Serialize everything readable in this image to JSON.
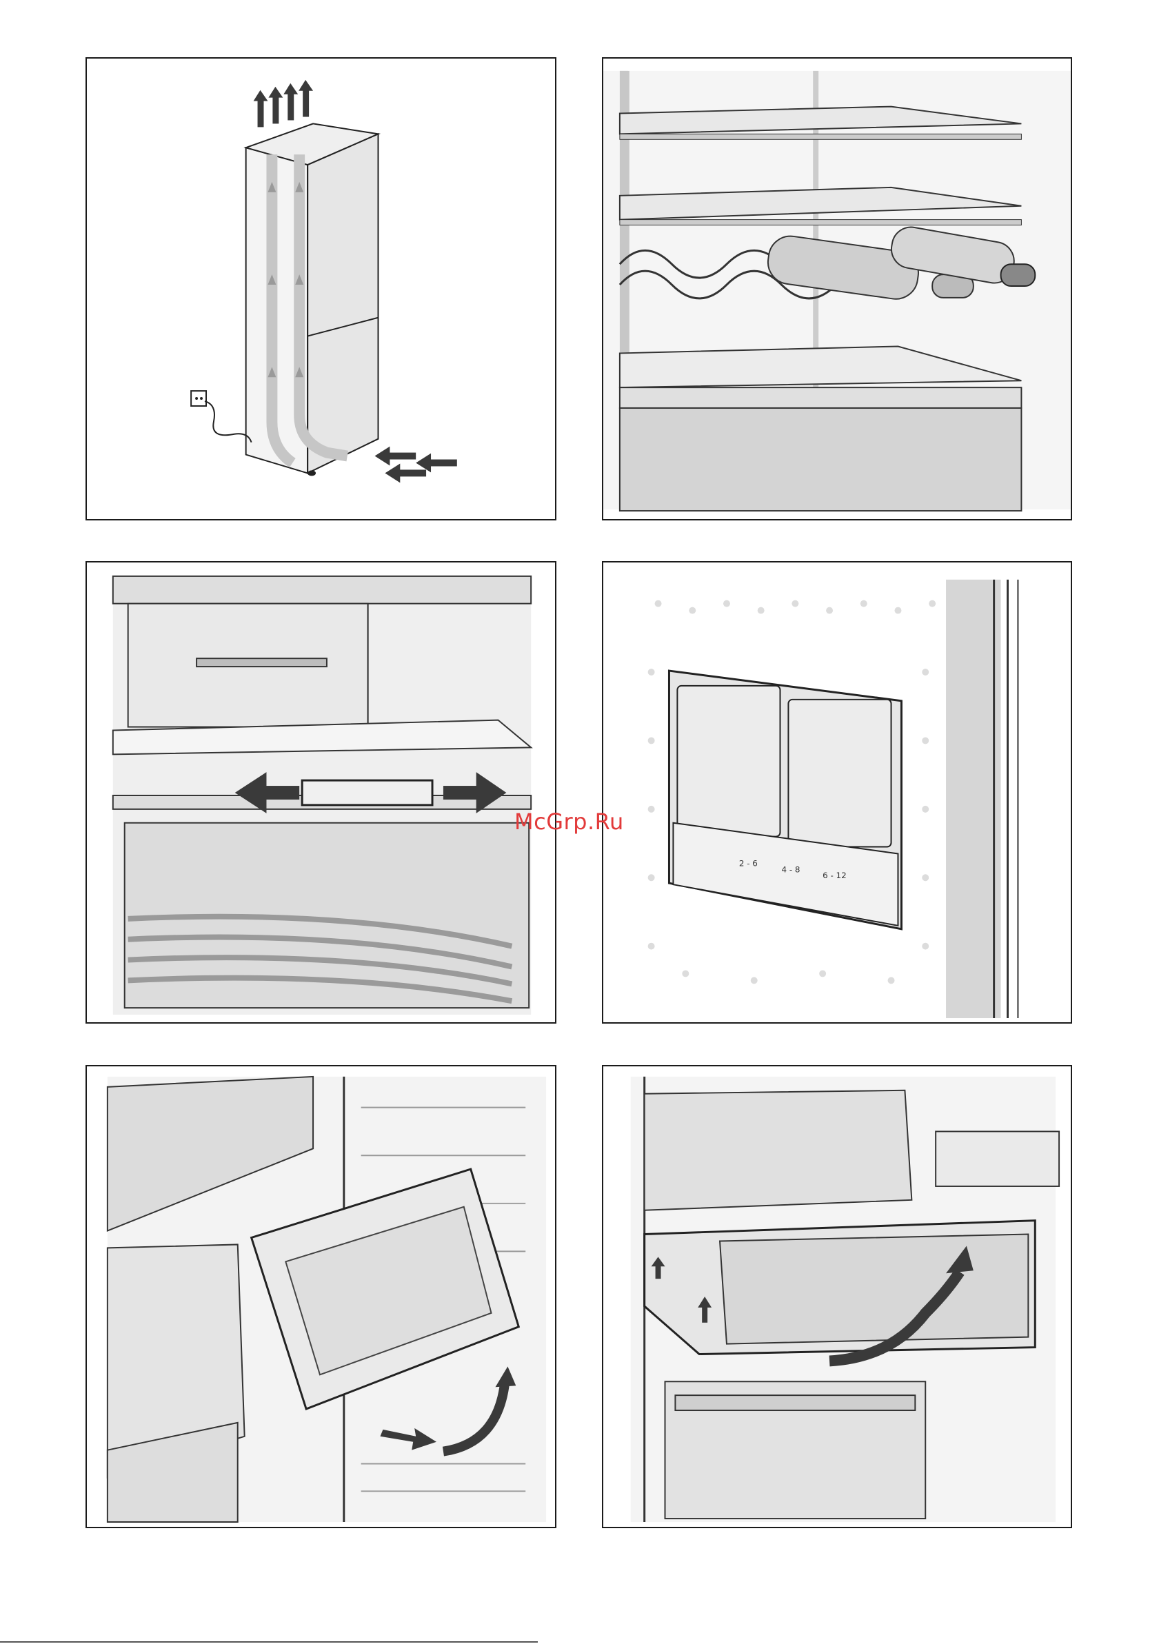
{
  "watermark": "McGrp.Ru",
  "control_panel": {
    "rows": [
      {
        "range": "2 - 6"
      },
      {
        "range": "4 - 8"
      },
      {
        "range": "6 - 12"
      }
    ]
  },
  "figures": [
    {
      "id": "fig-1",
      "icon": "ventilation-airflow"
    },
    {
      "id": "fig-2",
      "icon": "bottle-rack"
    },
    {
      "id": "fig-3",
      "icon": "humidity-slider"
    },
    {
      "id": "fig-4",
      "icon": "temperature-control-panel"
    },
    {
      "id": "fig-5",
      "icon": "remove-drawer"
    },
    {
      "id": "fig-6",
      "icon": "remove-container"
    }
  ],
  "colors": {
    "line": "#1a1a1a",
    "arrow": "#3a3a3a",
    "fill": "#d9d9d9",
    "watermark": "#e23a3a"
  }
}
